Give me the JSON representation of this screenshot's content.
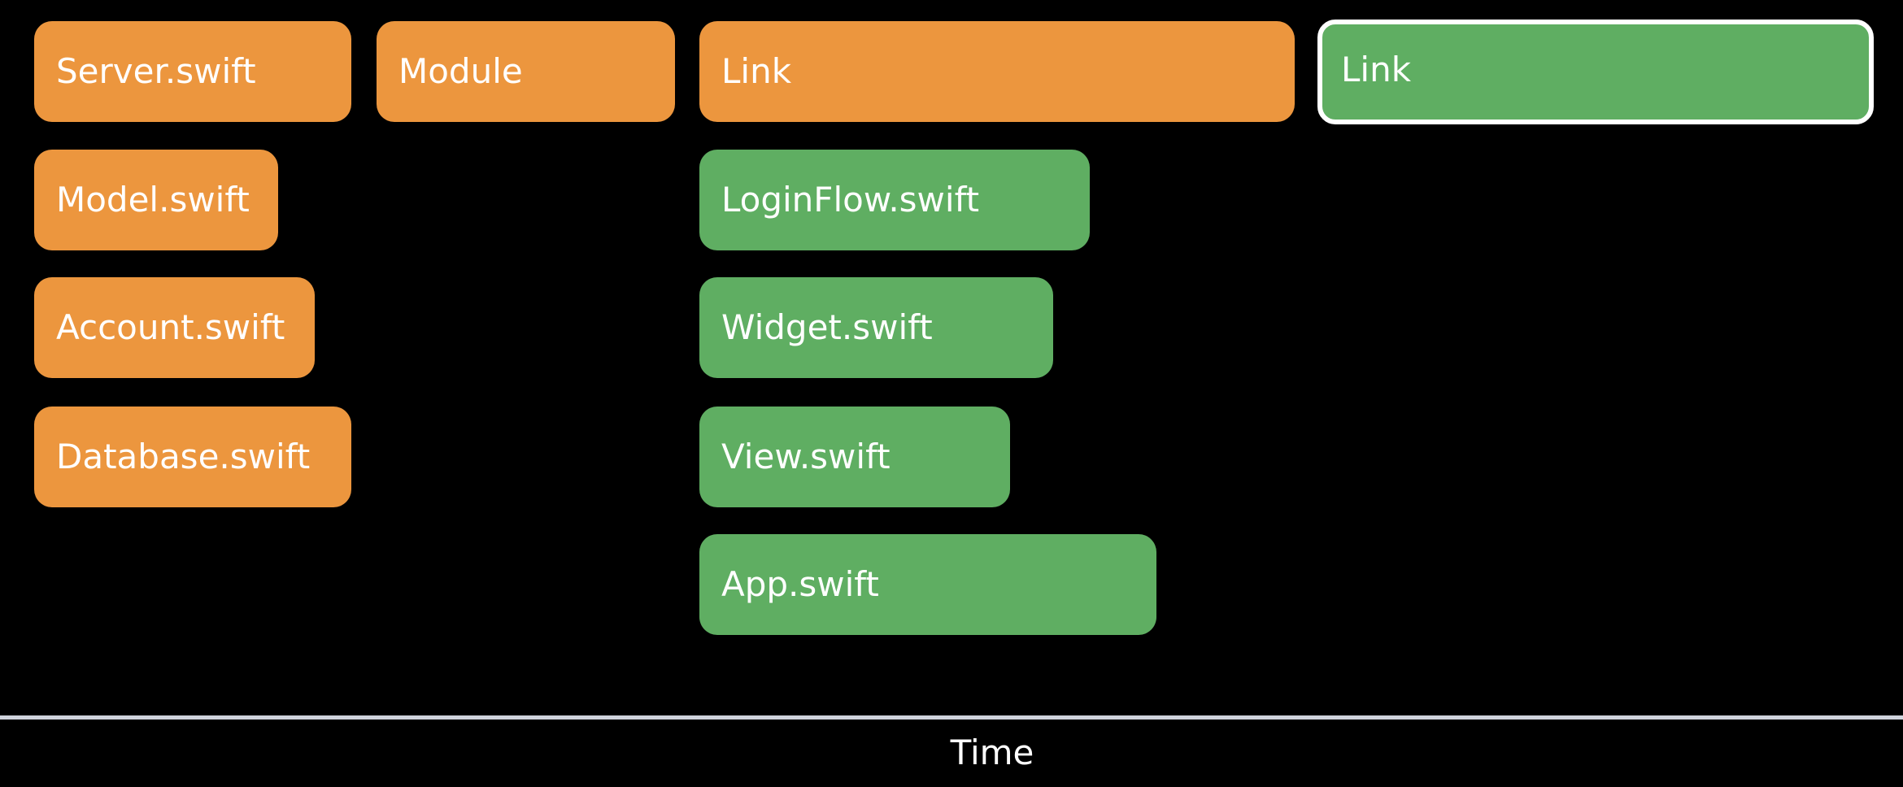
{
  "colors": {
    "background": "#000000",
    "orange": "#EC963E",
    "green": "#5FAE62",
    "axis": "#CFD3DC",
    "text": "#FFFFFF"
  },
  "blocks": {
    "server": "Server.swift",
    "module": "Module",
    "link_orange": "Link",
    "link_green": "Link",
    "model": "Model.swift",
    "account": "Account.swift",
    "database": "Database.swift",
    "loginflow": "LoginFlow.swift",
    "widget": "Widget.swift",
    "view": "View.swift",
    "app": "App.swift"
  },
  "axis": {
    "label": "Time"
  }
}
